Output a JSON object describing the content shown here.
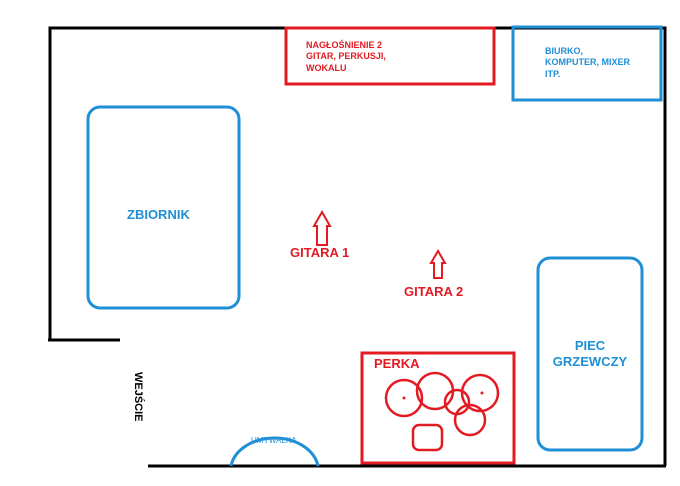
{
  "title": "",
  "colors": {
    "red": "#e21b23",
    "blue": "#1f8fd6",
    "wall": "#000000"
  },
  "labels": {
    "naglosnienie": "NAGŁOŚNIENIE 2\nGITAR, PERKUSJI,\nWOKALU",
    "biurko": "BIURKO,\nKOMPUTER, MIXER\nITP.",
    "zbiornik": "ZBIORNIK",
    "gitara1": "GITARA 1",
    "gitara2": "GITARA 2",
    "piec": "PIEC\nGRZEWCZY",
    "perka": "PERKA",
    "umywalka": "UMYWALKA",
    "wejscie": "WEJŚCIE"
  }
}
